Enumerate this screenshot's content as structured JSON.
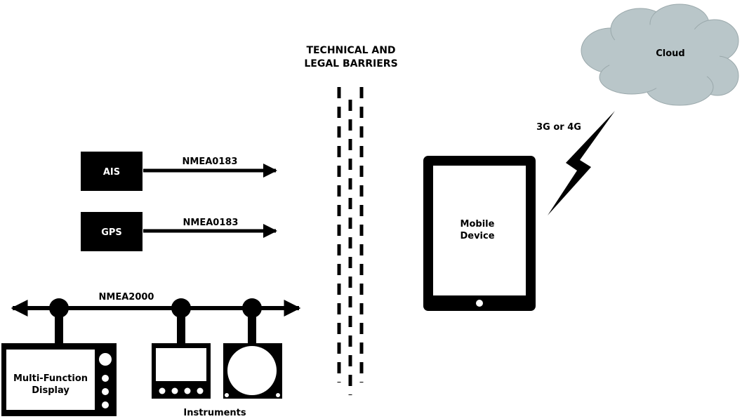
{
  "barrier": {
    "line1": "TECHNICAL AND",
    "line2": "LEGAL BARRIERS"
  },
  "cloud": {
    "label": "Cloud",
    "color": "#b9c6c9"
  },
  "link": {
    "label": "3G or 4G"
  },
  "mobile": {
    "line1": "Mobile",
    "line2": "Device"
  },
  "ais": {
    "label": "AIS",
    "protocol": "NMEA0183"
  },
  "gps": {
    "label": "GPS",
    "protocol": "NMEA0183"
  },
  "bus": {
    "label": "NMEA2000"
  },
  "mfd": {
    "line1": "Multi-Function",
    "line2": "Display"
  },
  "instruments": {
    "label": "Instruments"
  }
}
